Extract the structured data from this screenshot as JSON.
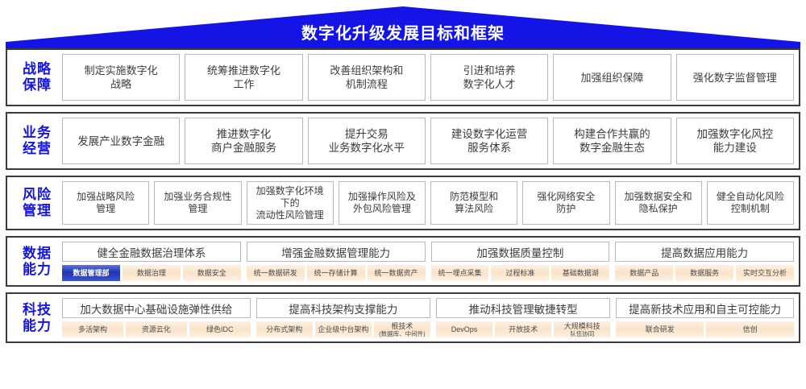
{
  "header": {
    "title": "数字化升级发展目标和框架",
    "roof_color": "#1414e6",
    "title_color": "#ffffff"
  },
  "colors": {
    "label_blue": "#1414e6",
    "tag_orange": "#fbe3c9",
    "tag_active_blue": "#1f32b4",
    "band_border": "#3b3b3b",
    "cell_border": "#b9b9b9"
  },
  "rows": [
    {
      "label_line1": "战略",
      "label_line2": "保障",
      "cells": [
        "制定实施数字化\n战略",
        "统筹推进数字化\n工作",
        "改善组织架构和\n机制流程",
        "引进和培养\n数字化人才",
        "加强组织保障",
        "强化数字监督管理"
      ]
    },
    {
      "label_line1": "业务",
      "label_line2": "经营",
      "cells": [
        "发展产业数字金融",
        "推进数字化\n商户金融服务",
        "提升交易\n业务数字化水平",
        "建设数字化运营\n服务体系",
        "构建合作共赢的\n数字金融生态",
        "加强数字化风控\n能力建设"
      ]
    },
    {
      "label_line1": "风险",
      "label_line2": "管理",
      "cells": [
        "加强战略风险\n管理",
        "加强业务合规性\n管理",
        "加强数字化环境\n下的\n流动性风险管理",
        "加强操作风险及\n外包风险管理",
        "防范模型和\n算法风险",
        "强化网络安全\n防护",
        "加强数据安全和\n隐私保护",
        "健全自动化风险\n控制机制"
      ]
    }
  ],
  "capability_rows": [
    {
      "label_line1": "数据",
      "label_line2": "能力",
      "groups": [
        {
          "title": "健全金融数据治理体系",
          "tags": [
            {
              "text": "数据管理部",
              "active": true
            },
            {
              "text": "数据治理",
              "active": false
            },
            {
              "text": "数据安全",
              "active": false
            }
          ]
        },
        {
          "title": "增强金融数据管理能力",
          "tags": [
            {
              "text": "统一数据研发",
              "active": false
            },
            {
              "text": "统一存储计算",
              "active": false
            },
            {
              "text": "统一数据资产",
              "active": false
            }
          ]
        },
        {
          "title": "加强数据质量控制",
          "tags": [
            {
              "text": "统一埋点采集",
              "active": false
            },
            {
              "text": "过程标准",
              "active": false
            },
            {
              "text": "基础数据湖",
              "active": false
            }
          ]
        },
        {
          "title": "提高数据应用能力",
          "tags": [
            {
              "text": "数据产品",
              "active": false
            },
            {
              "text": "数据服务",
              "active": false
            },
            {
              "text": "实时交互分析",
              "active": false
            }
          ]
        }
      ]
    },
    {
      "label_line1": "科技",
      "label_line2": "能力",
      "groups": [
        {
          "title": "加大数据中心基础设施弹性供给",
          "tags": [
            {
              "text": "多活架构",
              "active": false
            },
            {
              "text": "资源云化",
              "active": false
            },
            {
              "text": "绿色IDC",
              "active": false
            }
          ]
        },
        {
          "title": "提高科技架构支撑能力",
          "tags": [
            {
              "text": "分布式架构",
              "active": false
            },
            {
              "text": "企业级中台架构",
              "active": false
            },
            {
              "text": "根技术",
              "sub": "(数据库、中间件)",
              "active": false
            }
          ]
        },
        {
          "title": "推动科技管理敏捷转型",
          "tags": [
            {
              "text": "DevOps",
              "active": false
            },
            {
              "text": "开放技术",
              "active": false
            },
            {
              "text": "大规模科技",
              "sub": "队伍协同",
              "active": false
            }
          ]
        },
        {
          "title": "提高新技术应用和自主可控能力",
          "tags": [
            {
              "text": "联合研发",
              "active": false
            },
            {
              "text": "信创",
              "active": false
            }
          ]
        }
      ]
    }
  ]
}
